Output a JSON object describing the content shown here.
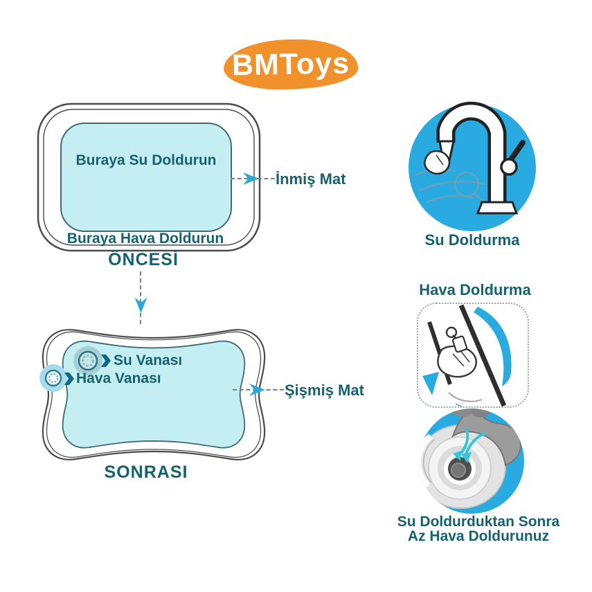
{
  "brand": {
    "name": "BMToys"
  },
  "colors": {
    "logo_orange": "#F0912B",
    "accent_blue": "#29ABE2",
    "teal_text": "#15626E",
    "mat_fill": "#C5EEF2",
    "outline": "#4A4A4A"
  },
  "before_diagram": {
    "inner_label": "Buraya Su Doldurun",
    "outer_label": "Buraya Hava Doldurun",
    "caption": "ÖNCESİ",
    "callout_label": "İnmiş Mat"
  },
  "after_diagram": {
    "water_valve_label": "Su Vanası",
    "air_valve_label": "Hava Vanası",
    "caption": "SONRASI",
    "callout_label": "Şişmiş Mat"
  },
  "right_column": {
    "water_fill_caption": "Su Doldurma",
    "air_fill_title": "Hava Doldurma",
    "final_caption_line1": "Su Doldurduktan Sonra",
    "final_caption_line2": "Az Hava Doldurunuz"
  },
  "icons": {
    "faucet": "faucet-icon",
    "right_arrow": "right-arrow-icon",
    "down_arrow": "down-arrow-icon",
    "water_valve": "water-valve-icon",
    "air_valve": "air-valve-icon",
    "pointer": "chevron-pointer-icon",
    "hand_inflating": "hand-inflating-valve-icon",
    "valve_closeup": "valve-closeup-icon"
  }
}
